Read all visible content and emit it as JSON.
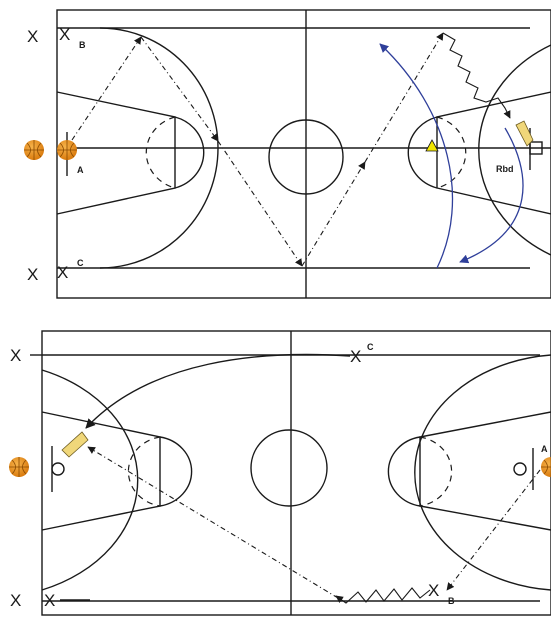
{
  "players": {
    "top": {
      "b": "B",
      "c": "C",
      "a": "A",
      "rbd": "Rbd"
    },
    "bottom": {
      "c": "C",
      "b": "B",
      "a": "A"
    }
  },
  "colors": {
    "line": "#1a1a1a",
    "cut_arrow": "#2f3f9a",
    "ball": "#e58a17",
    "ball_seam": "#8a4a00",
    "cone": "#f2e600",
    "shoe": "#f0d77a"
  },
  "icons": [
    "basketball-icon",
    "cone-icon",
    "shoe-icon"
  ]
}
